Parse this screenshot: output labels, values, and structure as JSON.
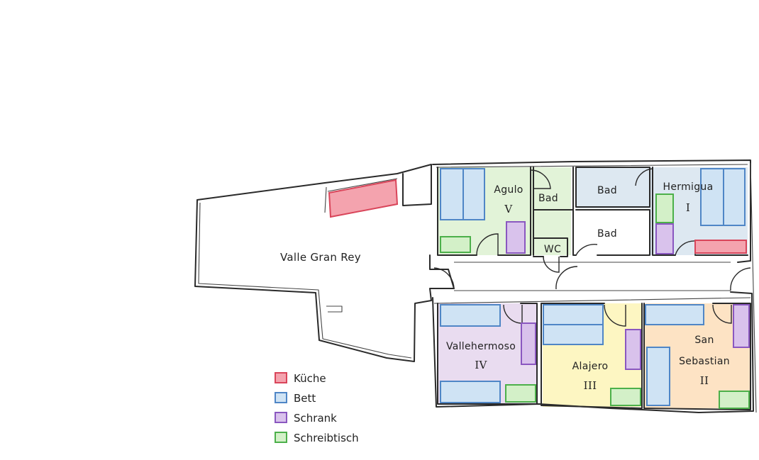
{
  "colors": {
    "kueche": "#f4a3ae",
    "kueche_stroke": "#d9455a",
    "bett": "#cfe3f4",
    "bett_stroke": "#4f86c6",
    "schrank": "#d9c2ec",
    "schrank_stroke": "#8a57c0",
    "schreibtisch": "#d3f0c8",
    "schreibtisch_stroke": "#4cb04a",
    "room_agulo": "#e2f3d8",
    "room_hermigua": "#dde8f1",
    "room_bad": "#dde8f1",
    "room_vallehermoso": "#e9dcf0",
    "room_alajero": "#fdf6c2",
    "room_sansebastian": "#fde3c4"
  },
  "rooms": {
    "valle_gran_rey": {
      "name": "Valle Gran Rey"
    },
    "agulo": {
      "name": "Agulo",
      "number": "V"
    },
    "bad_agulo": {
      "name": "Bad"
    },
    "wc": {
      "name": "WC"
    },
    "bad_top": {
      "name": "Bad"
    },
    "bad_middle": {
      "name": "Bad"
    },
    "hermigua": {
      "name": "Hermigua",
      "number": "I"
    },
    "vallehermoso": {
      "name": "Vallehermoso",
      "number": "IV"
    },
    "alajero": {
      "name": "Alajero",
      "number": "III"
    },
    "san_sebastian": {
      "name_line1": "San",
      "name_line2": "Sebastian",
      "number": "II"
    }
  },
  "legend": [
    {
      "label": "Küche",
      "color_key": "kueche"
    },
    {
      "label": "Bett",
      "color_key": "bett"
    },
    {
      "label": "Schrank",
      "color_key": "schrank"
    },
    {
      "label": "Schreibtisch",
      "color_key": "schreibtisch"
    }
  ]
}
